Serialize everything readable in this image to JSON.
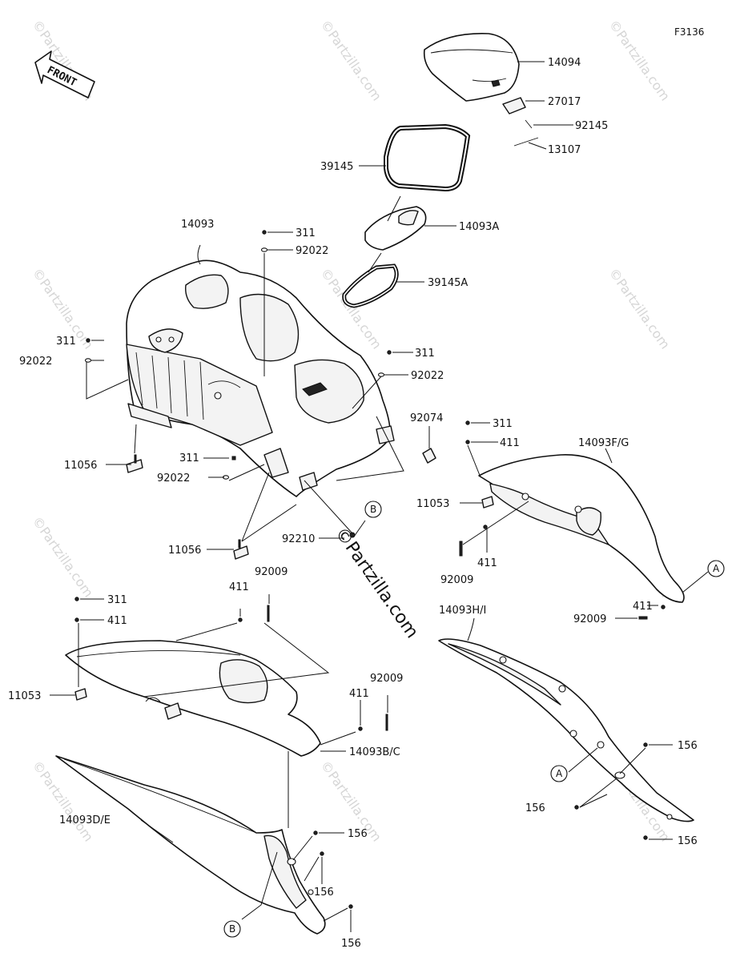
{
  "diagram_code": "F3136",
  "front_arrow_text": "FRONT",
  "watermark_text": "©Partzilla.com",
  "callout_letters": {
    "a": "A",
    "b": "B"
  },
  "labels": {
    "p14094": "14094",
    "p27017": "27017",
    "p92145": "92145",
    "p13107": "13107",
    "p39145": "39145",
    "p14093A": "14093A",
    "p39145A": "39145A",
    "p14093": "14093",
    "p311_top": "311",
    "p92022_top": "92022",
    "p311_left": "311",
    "p92022_left": "92022",
    "p311_right": "311",
    "p92022_right": "92022",
    "p92074": "92074",
    "p11056_a": "11056",
    "p311_mid": "311",
    "p92022_mid": "92022",
    "p11056_b": "11056",
    "p92210": "92210",
    "p311_fg": "311",
    "p411_fg": "411",
    "p14093FG": "14093F/G",
    "p11053_fg": "11053",
    "p411_fg_mid": "411",
    "p92009_fg": "92009",
    "p411_fg_end": "411",
    "p92009_fg_end": "92009",
    "p411_bc_top": "411",
    "p92009_bc_top": "92009",
    "p311_bc": "311",
    "p411_bc": "411",
    "p11053_bc": "11053",
    "p411_bc_right": "411",
    "p92009_bc_right": "92009",
    "p14093BC": "14093B/C",
    "p14093HI": "14093H/I",
    "p156_hi_a": "156",
    "p156_hi_b": "156",
    "p156_hi_c": "156",
    "p14093DE": "14093D/E",
    "p156_de_a": "156",
    "p156_de_b": "156",
    "p156_de_c": "156"
  }
}
